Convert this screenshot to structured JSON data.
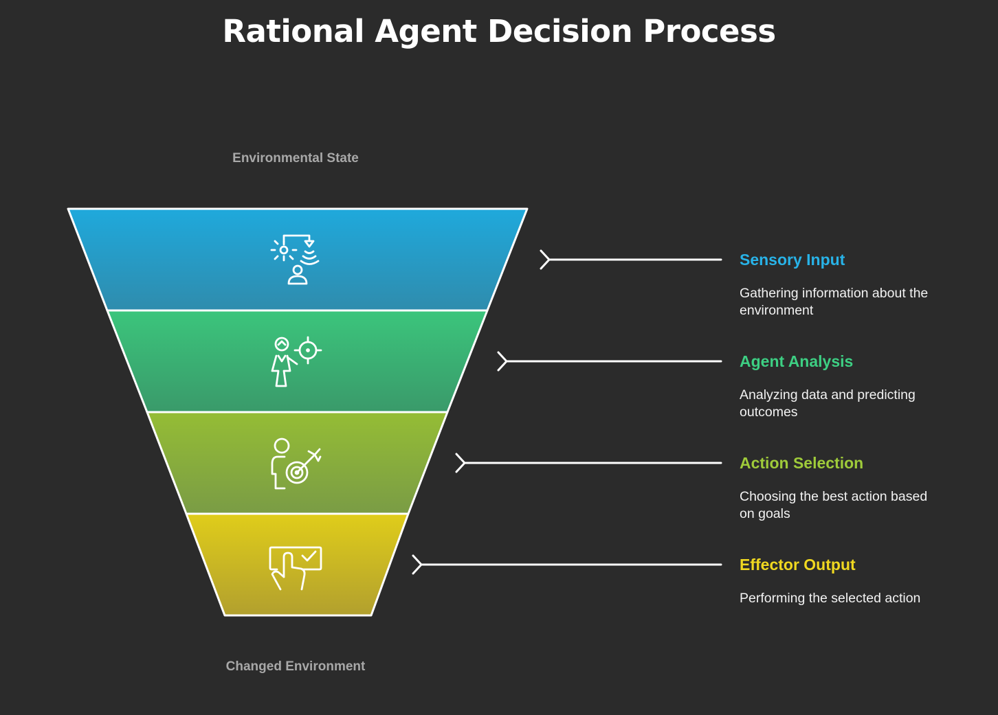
{
  "title": "Rational Agent Decision Process",
  "top_label": "Environmental State",
  "bottom_label": "Changed Environment",
  "stages": [
    {
      "title": "Sensory Input",
      "description": "Gathering information about the environment",
      "icon": "sensor-person-icon",
      "color_top": "#1fa9dc",
      "color_bottom": "#2f8cad",
      "label_color": "#28b3e8"
    },
    {
      "title": "Agent Analysis",
      "description": "Analyzing data and predicting outcomes",
      "icon": "person-target-icon",
      "color_top": "#3bc57c",
      "color_bottom": "#3a9a6a",
      "label_color": "#3dcf83"
    },
    {
      "title": "Action Selection",
      "description": "Choosing the best action based on goals",
      "icon": "person-bullseye-icon",
      "color_top": "#95bd35",
      "color_bottom": "#7a9c45",
      "label_color": "#9fcb3a"
    },
    {
      "title": "Effector Output",
      "description": "Performing the selected action",
      "icon": "hand-checkmark-icon",
      "color_top": "#e0cd1a",
      "color_bottom": "#b2a02e",
      "label_color": "#f0d820"
    }
  ]
}
